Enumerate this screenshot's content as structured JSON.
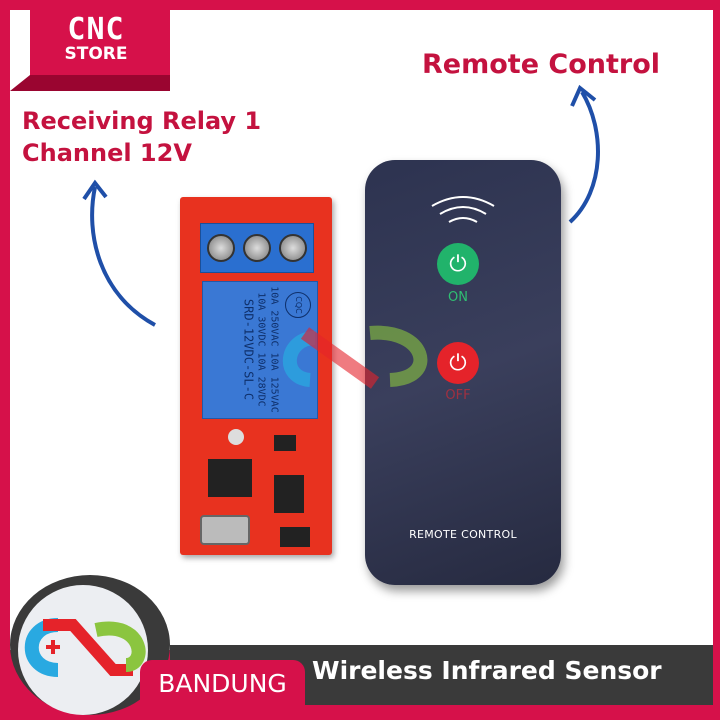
{
  "brand": {
    "line1": "CNC",
    "line2": "STORE",
    "location": "BANDUNG",
    "primary_color": "#d6114a"
  },
  "labels": {
    "relay_line1": "Receiving Relay 1",
    "relay_line2": "Channel 12V",
    "remote": "Remote Control"
  },
  "relay": {
    "cube_text": [
      "10A 250VAC 10A 125VAC",
      "10A 30VDC 10A 28VDC",
      "SRD-12VDC-SL-C"
    ],
    "cert": "CQC"
  },
  "remote": {
    "on_label": "ON",
    "off_label": "OFF",
    "caption": "REMOTE CONTROL",
    "on_color": "#21b36b",
    "off_color": "#e5232a"
  },
  "footer": {
    "title": "Wireless Infrared Sensor"
  }
}
